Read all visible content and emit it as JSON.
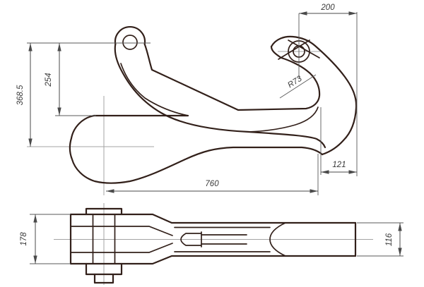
{
  "drawing": {
    "title": "hook-lever-two-view-technical-drawing",
    "colors": {
      "outline": "#32201a",
      "dimension": "#4a4a4a",
      "centerline": "#a3a3a3",
      "background": "#ffffff"
    },
    "dimensions": {
      "hook_center_offset_top": "200",
      "overall_height": "368.5",
      "arm_to_body_height": "254",
      "hook_inner_radius": "R73",
      "hook_tip_offset": "121",
      "overall_length": "760",
      "clevis_overall_width": "178",
      "bar_width": "116"
    }
  }
}
